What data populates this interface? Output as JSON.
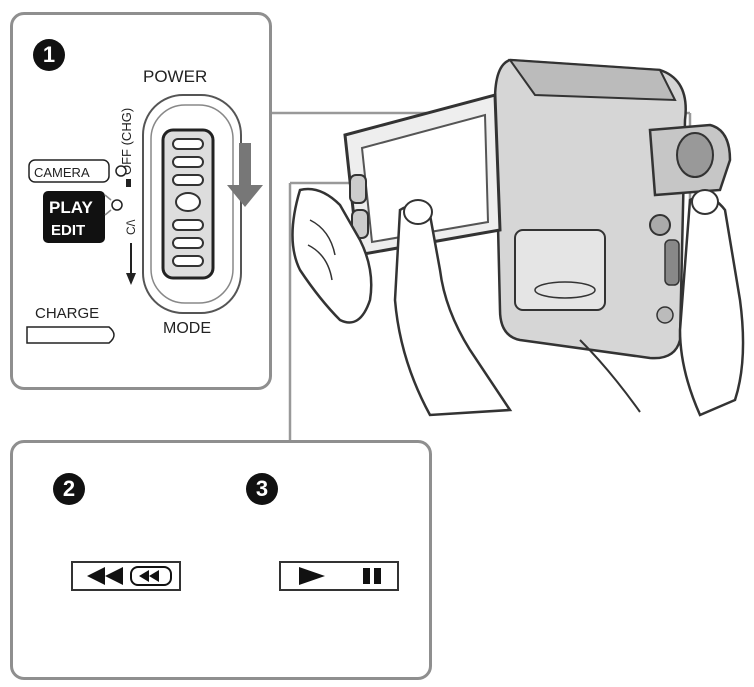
{
  "step1": {
    "number": "1",
    "power_label": "POWER",
    "mode_label": "MODE",
    "off_label": "OFF (CHG)",
    "camera_label": "CAMERA",
    "play_label": "PLAY",
    "edit_label": "EDIT",
    "charge_label": "CHARGE"
  },
  "step2": {
    "number": "2",
    "button": "rewind-button"
  },
  "step3": {
    "number": "3",
    "button": "play-pause-button"
  },
  "icons": [
    "down-arrow-icon",
    "rewind-icon",
    "play-icon",
    "pause-icon"
  ]
}
